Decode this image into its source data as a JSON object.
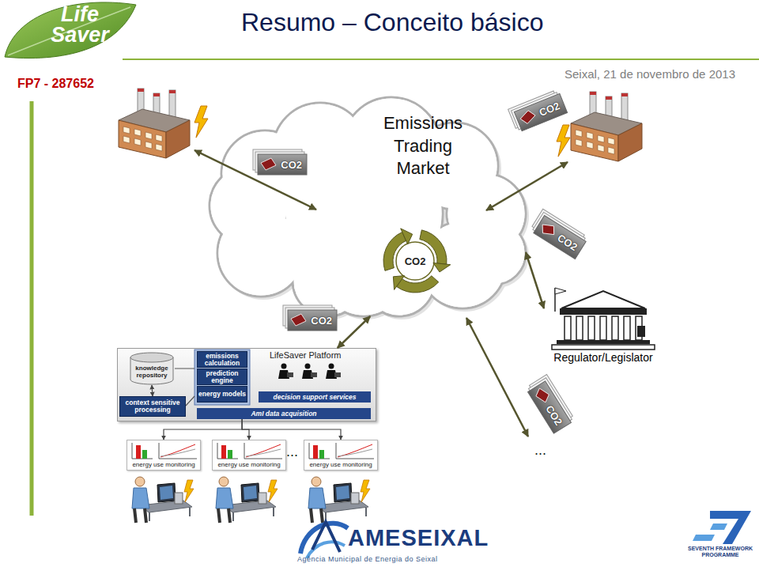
{
  "diagram": {
    "title": "Resumo – Conceito básico",
    "nodes": [
      {
        "text": [
          "Emissions Trading Market"
        ]
      },
      {
        "text": [
          "CO2"
        ],
        "in": 0
      },
      {
        "text": [
          "Regulator/Legislator"
        ]
      },
      {
        "text": [
          "LifeSaver Platform"
        ]
      },
      {
        "text": [
          "knowledge repository"
        ],
        "in": 3
      },
      {
        "text": [
          "emissions calculation"
        ],
        "in": 3
      },
      {
        "text": [
          "prediction engine"
        ],
        "in": 3
      },
      {
        "text": [
          "energy models"
        ],
        "in": 3
      },
      {
        "text": [
          "context sensitive processing"
        ],
        "in": 3
      },
      {
        "text": [
          "decision support services"
        ],
        "in": 3
      },
      {
        "text": [
          "AmI data acquisition"
        ],
        "in": 3
      },
      {
        "text": [
          "energy use monitoring"
        ]
      },
      {
        "text": [
          "energy use monitoring"
        ]
      },
      {
        "text": [
          "energy use monitoring"
        ]
      }
    ],
    "edges": [
      {
        "from": 3,
        "to": 0,
        "arrow": "both"
      },
      {
        "from": 2,
        "to": 0,
        "arrow": "both"
      },
      {
        "from": 4,
        "to": 8,
        "arrow": "both"
      },
      {
        "from": 10,
        "to": 11,
        "arrow": "to"
      },
      {
        "from": 10,
        "to": 12,
        "arrow": "to"
      },
      {
        "from": 10,
        "to": 13,
        "arrow": "to"
      }
    ],
    "labels": [
      "FP7 - 287652",
      "Seixal, 21 de novembro de 2013",
      "Life Saver",
      "CO2",
      "CO2",
      "CO2",
      "CO2",
      "CO2",
      "...",
      "...",
      "AMESEIXAL",
      "Agência Municipal de Energia do Seixal",
      "SEVENTH FRAMEWORK PROGRAMME"
    ]
  }
}
